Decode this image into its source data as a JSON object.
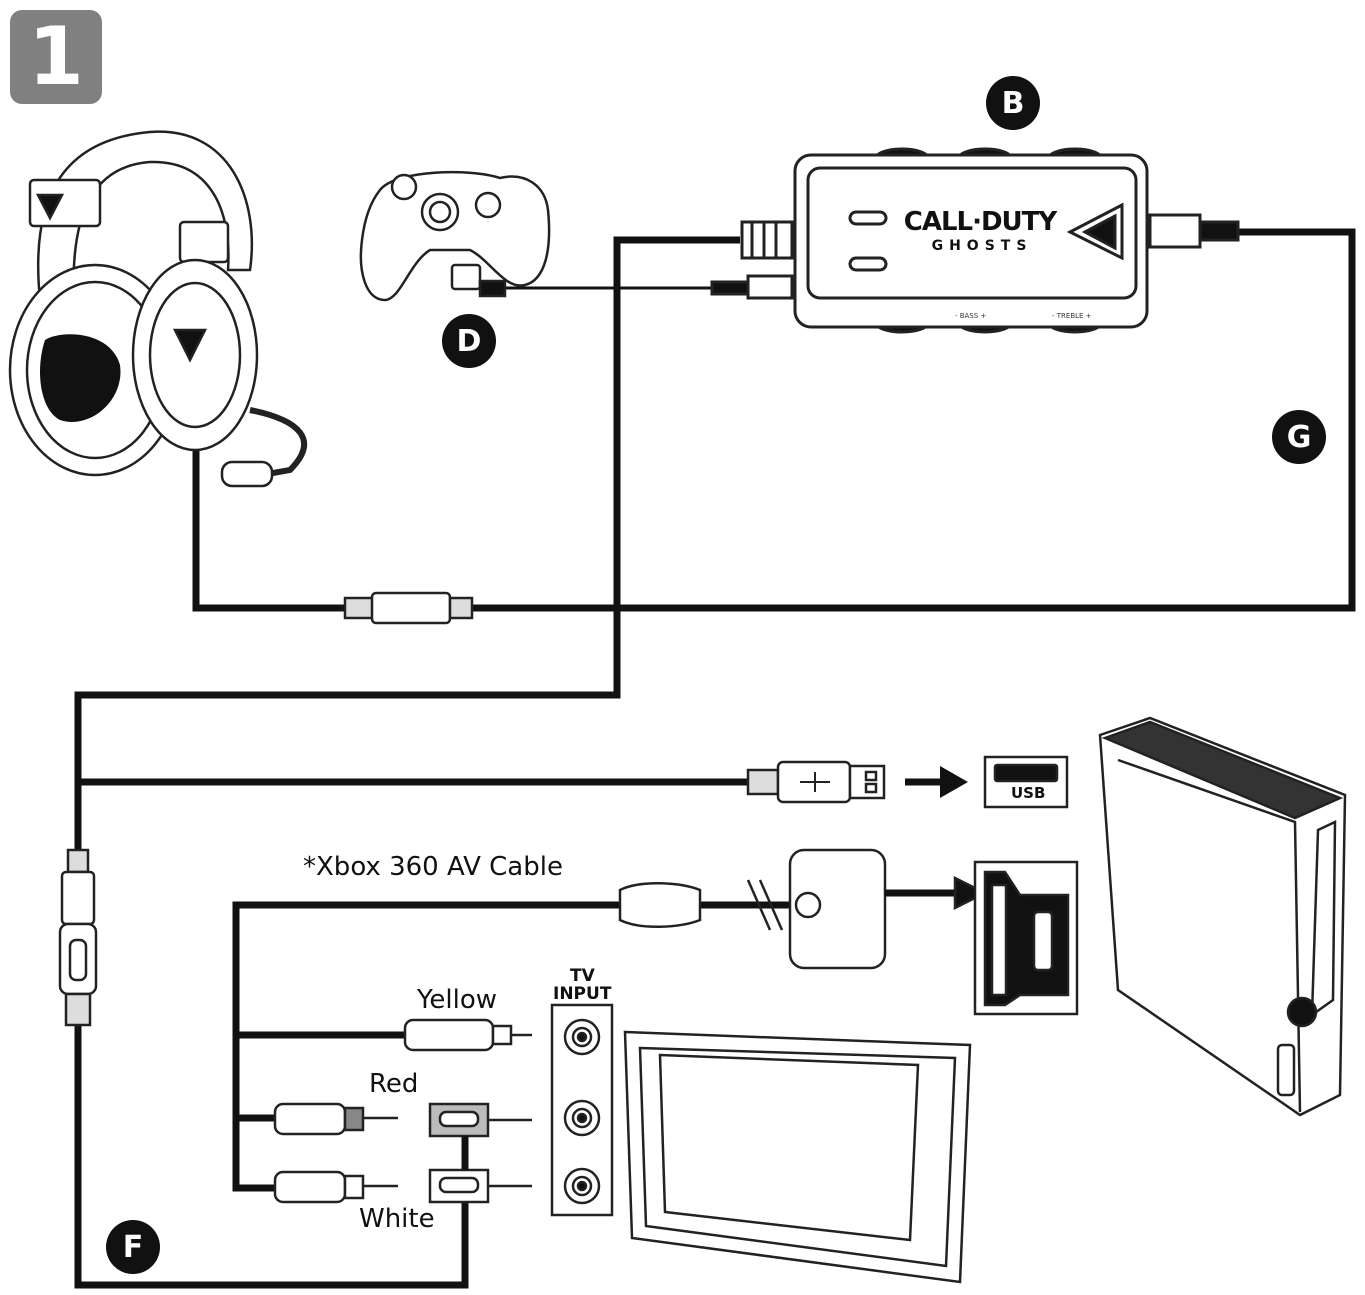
{
  "step_number": "1",
  "callouts": {
    "b": "B",
    "d": "D",
    "g": "G",
    "f": "F"
  },
  "labels": {
    "av_cable": "*Xbox 360 AV Cable",
    "yellow": "Yellow",
    "red": "Red",
    "white": "White",
    "tv_input_line1": "TV",
    "tv_input_line2": "INPUT",
    "usb": "USB"
  },
  "amp_logo": {
    "line1": "CALL·DUTY",
    "line2": "GHOSTS"
  },
  "amp_controls": {
    "bass": "- BASS +",
    "treble": "- TREBLE +"
  },
  "colors": {
    "cable": "#111111",
    "outline": "#222222",
    "badge": "#808080"
  }
}
